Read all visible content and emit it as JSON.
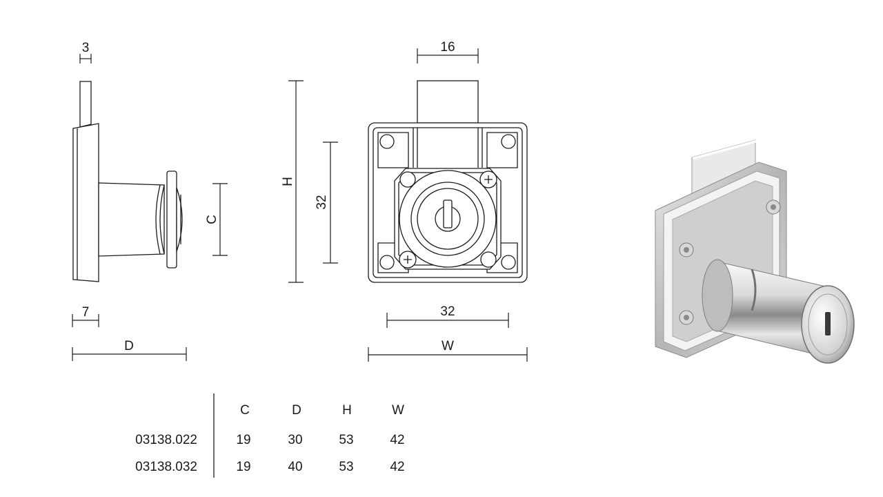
{
  "dimensions": {
    "plate_thickness": "3",
    "flange_depth": "7",
    "D": "D",
    "C": "C",
    "H": "H",
    "bolt_width": "16",
    "hole_spacing_vertical": "32",
    "hole_spacing_horizontal": "32",
    "W": "W"
  },
  "spec_table": {
    "headers": [
      "C",
      "D",
      "H",
      "W"
    ],
    "rows": [
      {
        "code": "03138.022",
        "values": [
          "19",
          "30",
          "53",
          "42"
        ]
      },
      {
        "code": "03138.032",
        "values": [
          "19",
          "40",
          "53",
          "42"
        ]
      }
    ]
  },
  "colors": {
    "line": "#1a1a1a",
    "chrome_light": "#f2f2f2",
    "chrome_dark": "#7d7d7d"
  }
}
